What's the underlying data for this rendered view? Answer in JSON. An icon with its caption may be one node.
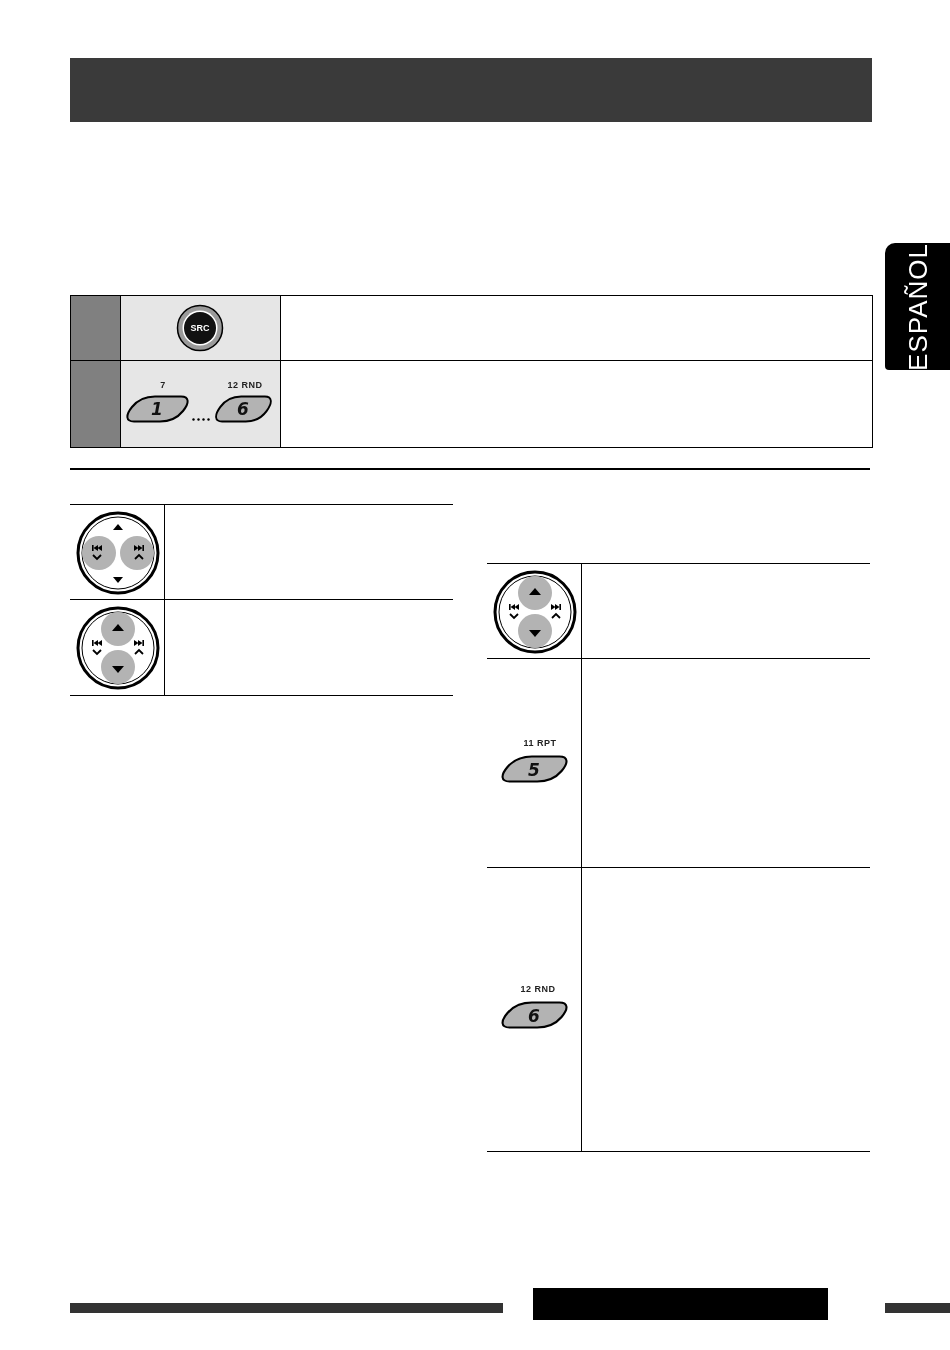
{
  "diagram": {
    "labels": [
      "ESPAÑOL",
      "SRC",
      "7",
      "12 RND",
      "1",
      "6",
      "11 RPT",
      "5",
      "12 RND",
      "6"
    ]
  }
}
